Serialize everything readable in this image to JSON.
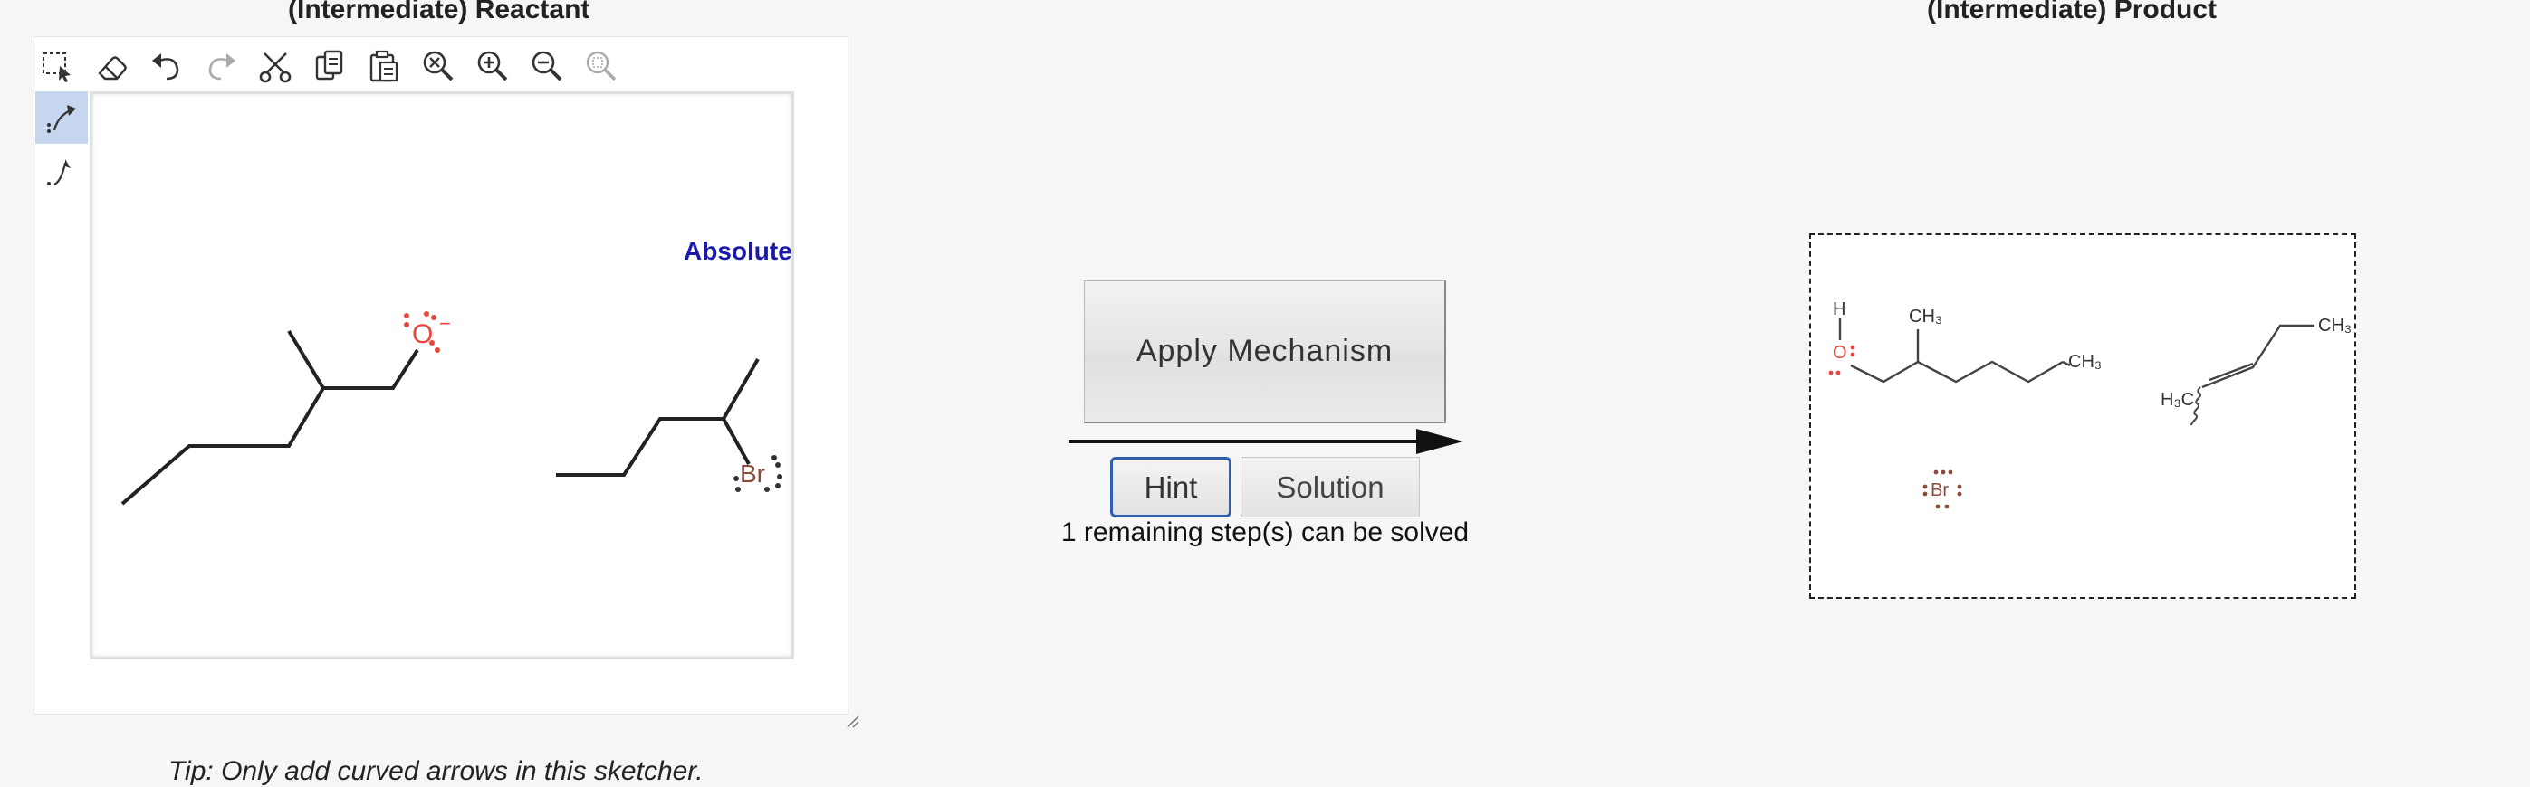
{
  "reactant_panel": {
    "title": "(Intermediate) Reactant",
    "stereo_label": "Absolute",
    "atoms": {
      "oxygen": "O",
      "oxygen_charge": "−",
      "bromine": "Br"
    },
    "toolbar": {
      "tools": [
        {
          "name": "select",
          "icon": "select-rectangle-icon"
        },
        {
          "name": "erase",
          "icon": "eraser-icon"
        },
        {
          "name": "undo",
          "icon": "undo-icon"
        },
        {
          "name": "redo",
          "icon": "redo-icon"
        },
        {
          "name": "cut",
          "icon": "scissors-icon"
        },
        {
          "name": "copy",
          "icon": "copy-icon"
        },
        {
          "name": "paste",
          "icon": "paste-icon"
        },
        {
          "name": "zoom-reset",
          "icon": "zoom-reset-icon"
        },
        {
          "name": "zoom-in",
          "icon": "zoom-in-icon"
        },
        {
          "name": "zoom-out",
          "icon": "zoom-out-icon"
        },
        {
          "name": "zoom-fit",
          "icon": "zoom-fit-icon"
        }
      ],
      "side_tools": [
        {
          "name": "electron-pair-arrow",
          "icon": "curved-arrow-pair-icon",
          "active": true
        },
        {
          "name": "single-electron-arrow",
          "icon": "curved-arrow-single-icon",
          "active": false
        }
      ]
    },
    "tip": "Tip: Only add curved arrows in this sketcher."
  },
  "mechanism": {
    "apply_label": "Apply Mechanism",
    "hint_label": "Hint",
    "solution_label": "Solution",
    "status": "1 remaining step(s) can be solved"
  },
  "product_panel": {
    "title": "(Intermediate) Product",
    "labels": {
      "h": "H",
      "o": "O",
      "ch3_top": "CH₃",
      "ch3_right": "CH₃",
      "ch3_far": "CH₃",
      "h3c": "H₃C",
      "br": "Br"
    }
  }
}
